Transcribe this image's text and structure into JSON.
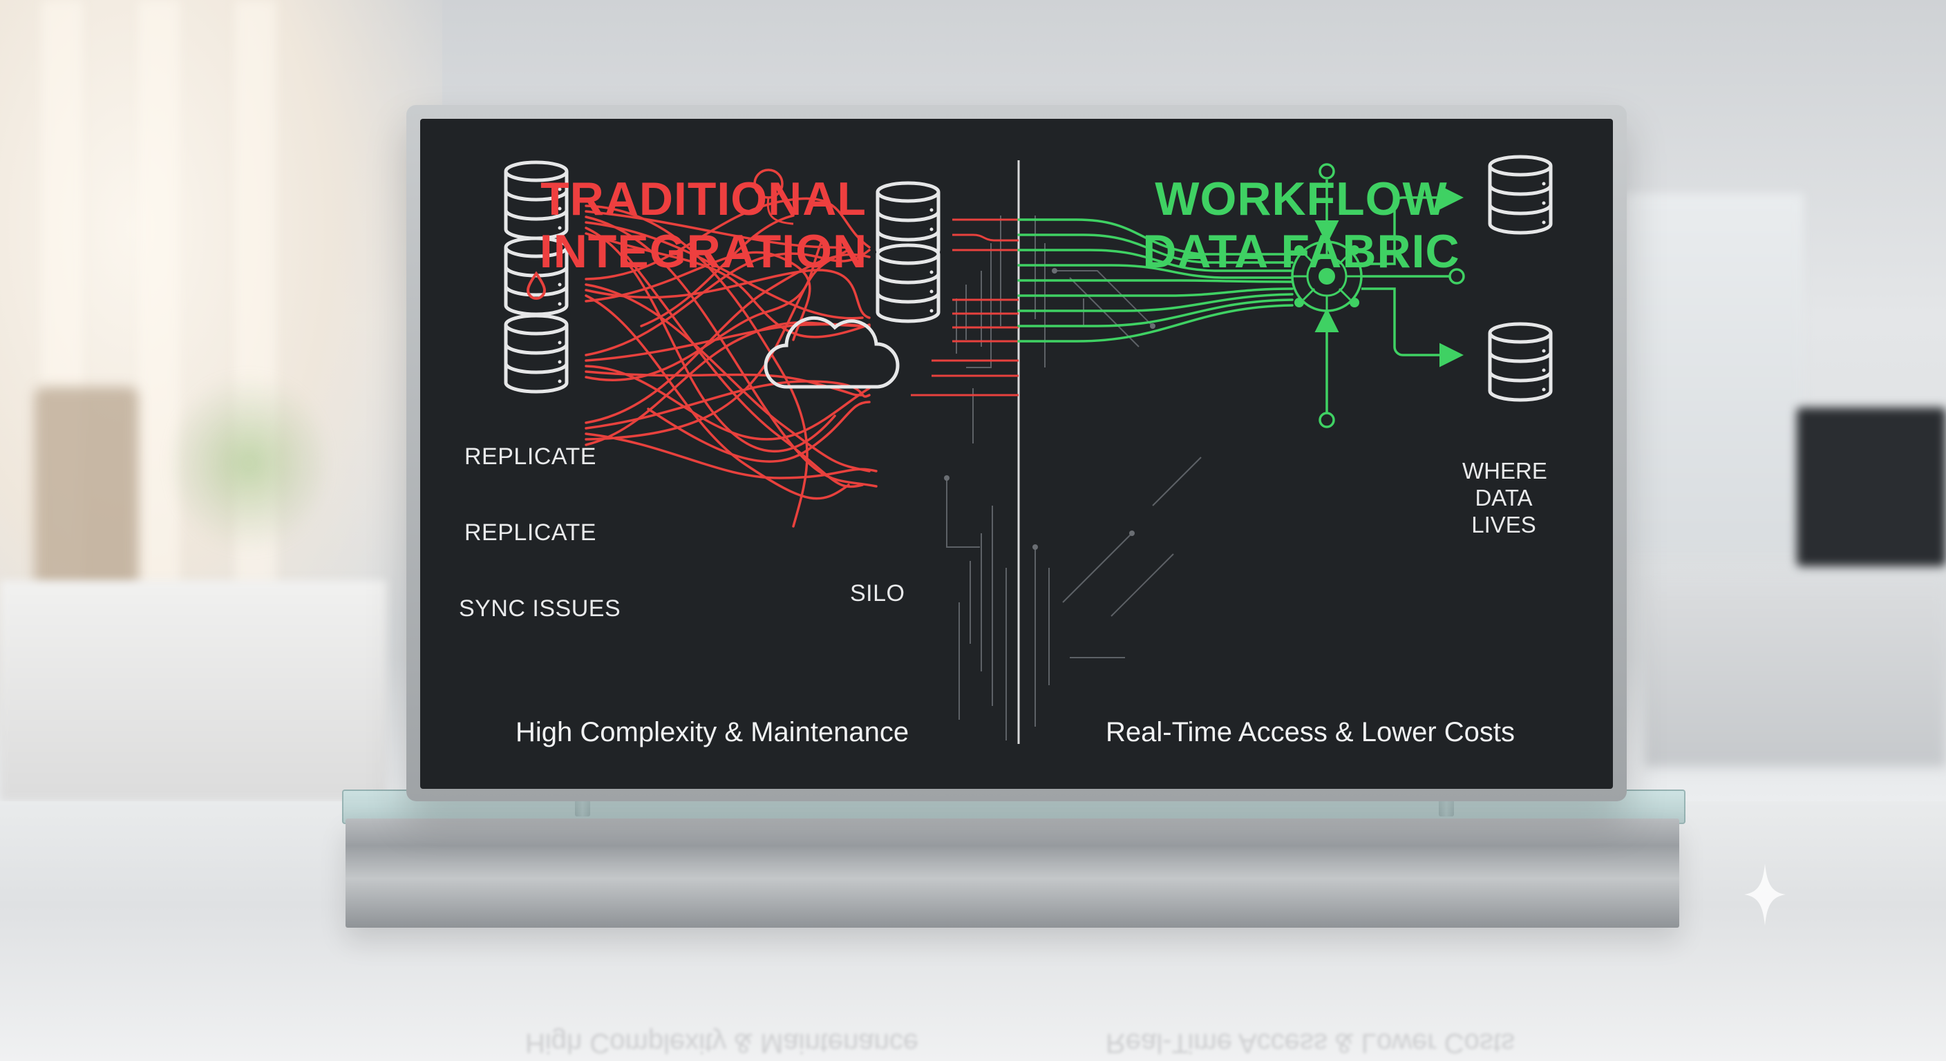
{
  "left_panel": {
    "title_line1": "TRADITIONAL",
    "title_line2": "INTEGRATION",
    "source_labels": [
      "REPLICATE",
      "REPLICATE",
      "SYNC ISSUES"
    ],
    "silo_label": "SILO",
    "caption": "High Complexity & Maintenance",
    "accent_color": "#ee3f3f"
  },
  "right_panel": {
    "title_line1": "WORKFLOW",
    "title_line2": "DATA FABRIC",
    "target_label_line1": "WHERE",
    "target_label_line2": "DATA",
    "target_label_line3": "LIVES",
    "caption": "Real-Time Access & Lower Costs",
    "accent_color": "#3fd163"
  },
  "reflection": {
    "left_text": "High Complexity & Maintenance",
    "right_text": "Real-Time Access & Lower Costs"
  },
  "icons": [
    "database-icon",
    "database-drop-icon",
    "cloud-icon",
    "hub-icon",
    "sparkle-icon"
  ]
}
